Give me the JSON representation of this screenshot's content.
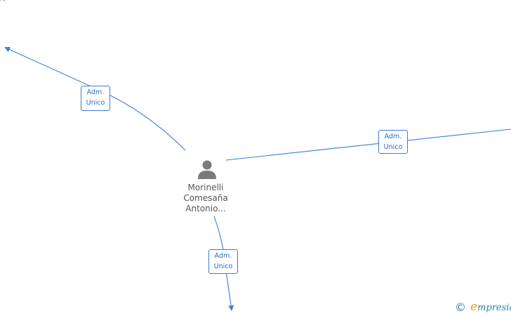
{
  "corner_text": "N",
  "person": {
    "icon": "person-icon",
    "name_lines": [
      "Morinelli",
      "Comesaña",
      "Antonio..."
    ]
  },
  "edges": [
    {
      "label_line1": "Adm.",
      "label_line2": "Unico"
    },
    {
      "label_line1": "Adm.",
      "label_line2": "Unico"
    },
    {
      "label_line1": "Adm.",
      "label_line2": "Unico"
    }
  ],
  "brand": {
    "copyright_symbol": "©",
    "initial": "e",
    "rest": "mpresia"
  },
  "colors": {
    "edge": "#3a7dd6",
    "node_icon": "#7a7a7a",
    "brand": "#2f7fa8",
    "brand_accent": "#f0a020"
  }
}
